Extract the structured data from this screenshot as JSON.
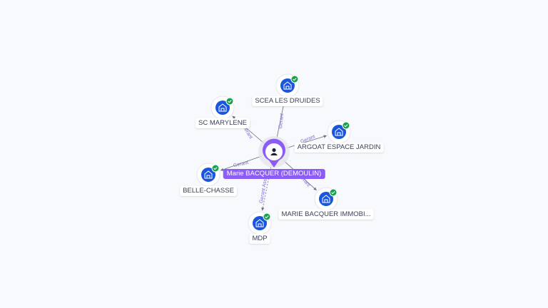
{
  "center": {
    "name": "Marie BACQUER (DEMOULIN)",
    "icon": "person-icon",
    "color": "#8b5cf6"
  },
  "companies": [
    {
      "id": "scea",
      "name": "SCEA LES DRUIDES",
      "edge_label": "Gerant",
      "icon": "company-building-icon",
      "verified": true
    },
    {
      "id": "marylene",
      "name": "SC MARYLENE",
      "edge_label": "Gerant",
      "icon": "company-building-icon",
      "verified": true
    },
    {
      "id": "argoat",
      "name": "ARGOAT ESPACE JARDIN",
      "edge_label": "Gerant",
      "icon": "company-building-icon",
      "verified": true
    },
    {
      "id": "belle",
      "name": "BELLE-CHASSE",
      "edge_label": "Gerant",
      "icon": "company-building-icon",
      "verified": true
    },
    {
      "id": "immo",
      "name": "MARIE BACQUER IMMOBI...",
      "edge_label": "Gerant",
      "icon": "company-building-icon",
      "verified": true
    },
    {
      "id": "mdp",
      "name": "MDP",
      "edge_label": "Gerant Associe",
      "icon": "company-building-icon",
      "verified": true
    }
  ],
  "colors": {
    "company_icon": "#1a56db",
    "verified_badge": "#16a34a",
    "edge": "#6b6f80",
    "edge_label": "#7b6fd0"
  }
}
